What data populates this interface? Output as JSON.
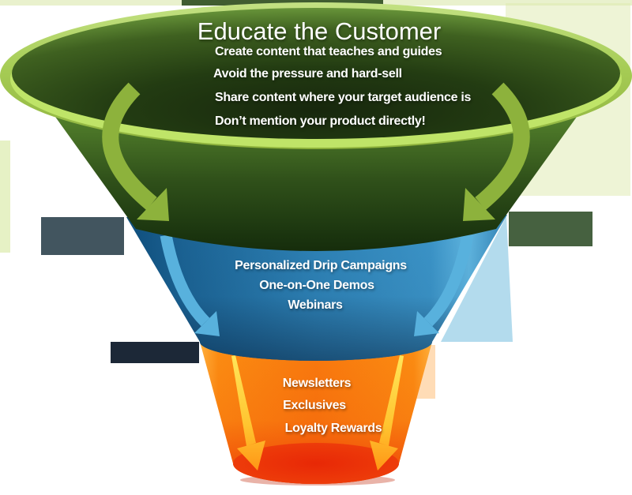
{
  "diagram": {
    "type": "marketing-funnel",
    "tiers": [
      {
        "id": "educate",
        "heading": "Educate the Customer",
        "points": [
          "Create content that teaches and guides",
          "Avoid the pressure and hard-sell",
          "Share content where your target audience is",
          "Don’t mention your product directly!"
        ],
        "color": "#8fbe3f"
      },
      {
        "id": "engage",
        "points": [
          "Personalized Drip Campaigns",
          "One-on-One Demos",
          "Webinars"
        ],
        "color": "#2e83b8"
      },
      {
        "id": "retain",
        "points": [
          "Newsletters",
          "Exclusives",
          "Loyalty Rewards"
        ],
        "color": "#f98908"
      }
    ],
    "accent_colors": {
      "green_rim": "#a6cc55",
      "green_dark": "#17270d",
      "blue": "#2e82b6",
      "navy_mouth": "#0a3a63",
      "orange": "#f87a0e",
      "red_bottom": "#e82806",
      "arrow_green": "#8db23c",
      "arrow_blue": "#58b1dd",
      "arrow_yellow": "#ffd24a"
    }
  }
}
